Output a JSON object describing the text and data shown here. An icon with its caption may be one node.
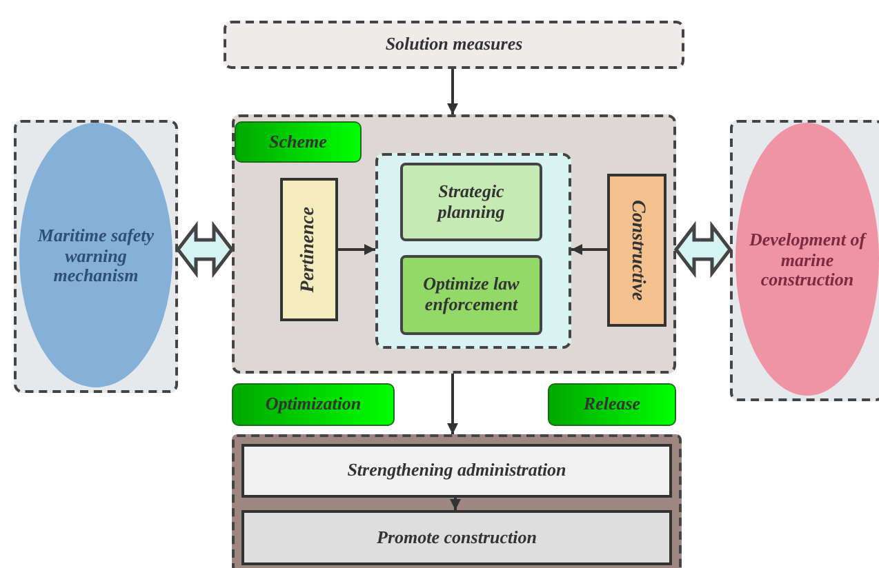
{
  "diagram": {
    "nodes": [
      {
        "text": [
          "Solution measures"
        ]
      },
      {
        "text": [],
        "shape": "box"
      },
      {
        "text": [
          "Scheme"
        ],
        "in": 1
      },
      {
        "text": [
          "Pertinence"
        ],
        "in": 1
      },
      {
        "text": [],
        "shape": "box",
        "in": 1
      },
      {
        "text": [
          "Strategic planning"
        ],
        "in": 4
      },
      {
        "text": [
          "Optimize law enforcement"
        ],
        "in": 4
      },
      {
        "text": [
          "Constructive"
        ],
        "in": 1
      },
      {
        "text": [
          "Maritime safety warning mechanism"
        ]
      },
      {
        "text": [
          "Development of marine construction"
        ]
      },
      {
        "text": [
          "Optimization"
        ]
      },
      {
        "text": [
          "Release"
        ]
      },
      {
        "text": [],
        "shape": "box"
      },
      {
        "text": [
          "Strengthening administration"
        ],
        "in": 12
      },
      {
        "text": [
          "Promote construction"
        ],
        "in": 12
      }
    ],
    "edges": [
      {
        "from": 0,
        "to": 1,
        "arrow": "to"
      },
      {
        "from": 3,
        "to": 4,
        "arrow": "to"
      },
      {
        "from": 7,
        "to": 4,
        "arrow": "to"
      },
      {
        "from": 8,
        "to": 1,
        "arrow": "both",
        "style": "thick"
      },
      {
        "from": 9,
        "to": 1,
        "arrow": "both",
        "style": "thick"
      },
      {
        "from": 1,
        "to": 12,
        "arrow": "to"
      },
      {
        "from": 13,
        "to": 14,
        "arrow": "to"
      }
    ]
  }
}
